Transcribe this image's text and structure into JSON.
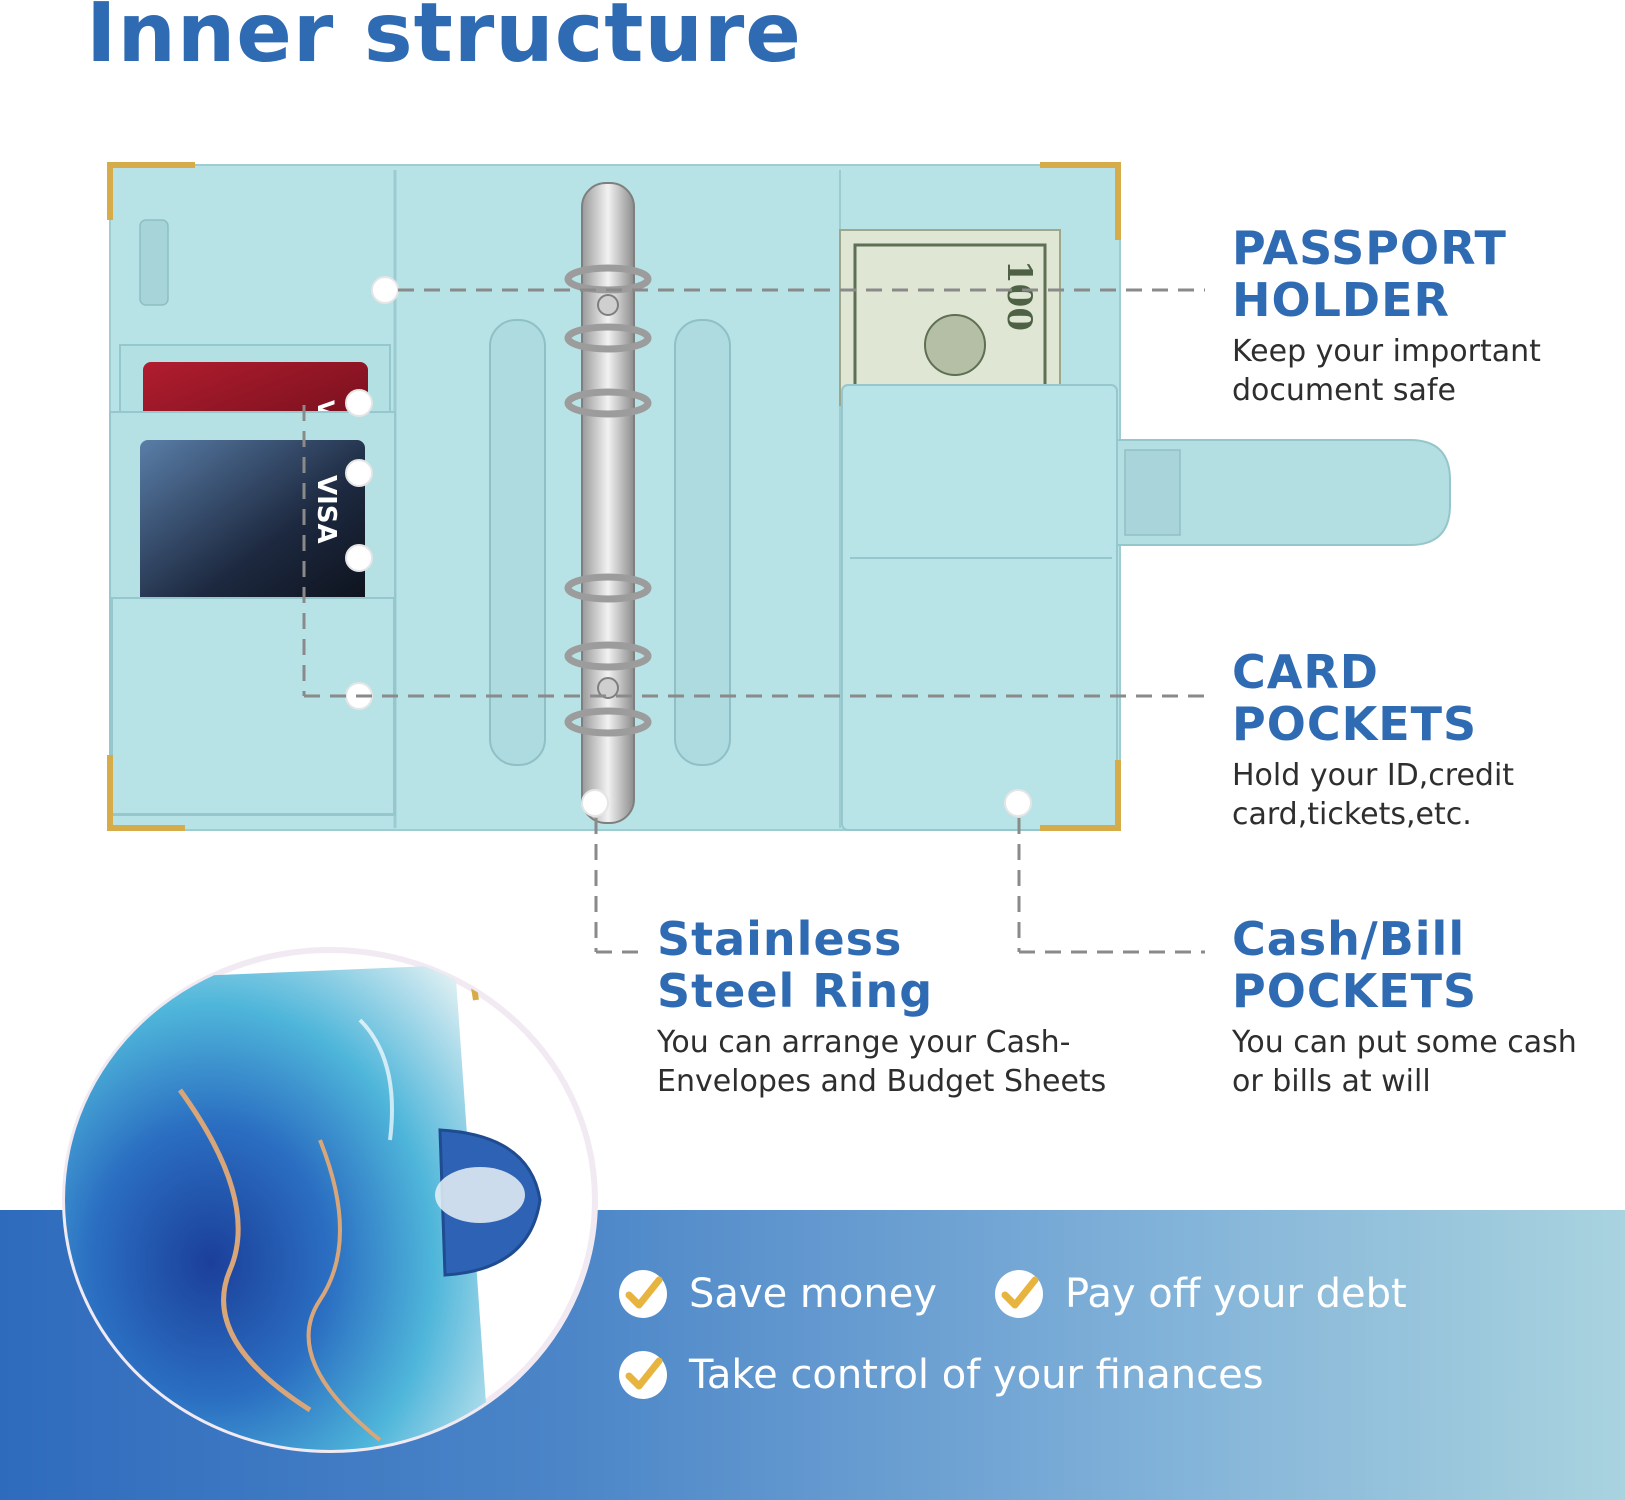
{
  "page": {
    "title": "Inner structure"
  },
  "labels": {
    "passport": {
      "title": "PASSPORT\nHOLDER",
      "desc": "Keep your important\ndocument safe"
    },
    "card": {
      "title": "CARD\nPOCKETS",
      "desc": "Hold your ID,credit\ncard,tickets,etc."
    },
    "ring": {
      "title": "Stainless\nSteel Ring",
      "desc": "You can arrange your Cash-\nEnvelopes and Budget Sheets"
    },
    "cash": {
      "title": "Cash/Bill\nPOCKETS",
      "desc": "You can put some cash\nor bills at will"
    }
  },
  "benefits": [
    {
      "label": "Save money"
    },
    {
      "label": "Pay off your debt"
    },
    {
      "label": "Take control of your finances"
    }
  ],
  "colors": {
    "accent": "#2f6bb3",
    "binder": "#b7e3e6",
    "gold": "#d6ab4a",
    "check": "#e8b440"
  }
}
